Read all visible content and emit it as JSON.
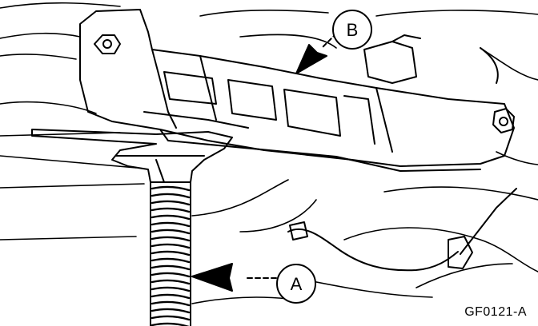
{
  "figure": {
    "callouts": [
      {
        "id": "A",
        "letter": "A"
      },
      {
        "id": "B",
        "letter": "B"
      }
    ],
    "reference_code": "GF0121-A"
  },
  "colors": {
    "ink": "#000000",
    "paper": "#ffffff"
  }
}
